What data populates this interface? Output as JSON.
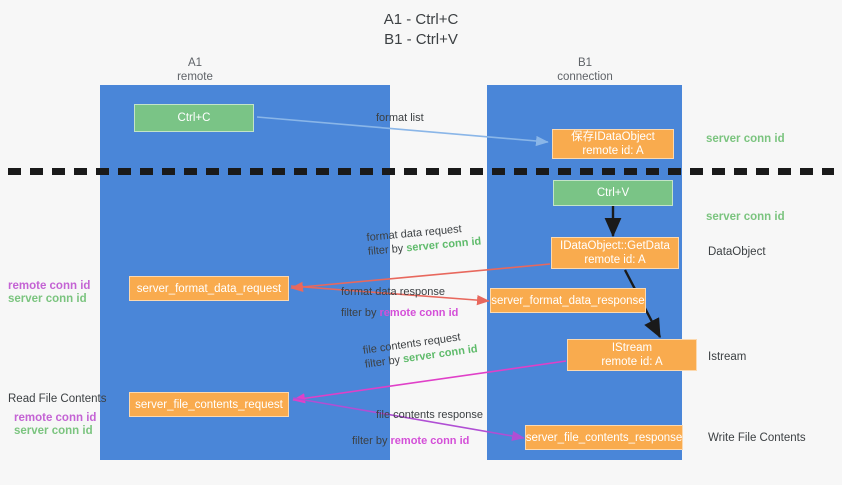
{
  "title": {
    "line1": "A1 - Ctrl+C",
    "line2": "B1 - Ctrl+V"
  },
  "lanes": [
    {
      "name": "A1",
      "sub": "remote"
    },
    {
      "name": "B1",
      "sub": "connection"
    }
  ],
  "nodes": {
    "ctrl_c": "Ctrl+C",
    "ctrl_v": "Ctrl+V",
    "idataobject_title": "保存IDataObject",
    "idataobject_sub": "remote id: A",
    "getdata_title": "IDataObject::GetData",
    "getdata_sub": "remote id: A",
    "istream_title": "IStream",
    "istream_sub": "remote id: A",
    "server_format_data_request": "server_format_data_request",
    "server_format_data_response": "server_format_data_response",
    "server_file_contents_request": "server_file_contents_request",
    "server_file_contents_response": "server_file_contents_response"
  },
  "edge_labels": {
    "format_list": "format list",
    "format_data_request": "format data request",
    "format_data_request_filter_prefix": "filter by ",
    "format_data_request_filter_key": "server conn id",
    "format_data_response": "format data response",
    "format_data_response_filter_prefix": "filter by ",
    "format_data_response_filter_key": "remote conn id",
    "file_contents_request": "file contents request",
    "file_contents_request_filter_prefix": "filter by ",
    "file_contents_request_filter_key": "server conn id",
    "file_contents_response": "file contents response",
    "file_contents_response_filter_prefix": "filter by ",
    "file_contents_response_filter_key": "remote conn id"
  },
  "right_labels": {
    "server_conn_id_top": "server conn id",
    "server_conn_id_mid": "server conn id",
    "dataobject": "DataObject",
    "istream": "Istream",
    "write_file_contents": "Write File Contents"
  },
  "left_labels": {
    "remote_conn_id_1": "remote conn id",
    "server_conn_id_1": "server conn id",
    "read_file_contents": "Read File Contents",
    "remote_conn_id_2": "remote conn id",
    "server_conn_id_2": "server conn id"
  },
  "colors": {
    "lane": "#4a86d8",
    "orange": "#f9ab4e",
    "green_node": "#7ac486",
    "green_text": "#5fbb6b",
    "purple_text": "#d44fd8",
    "arrow_blue": "#8ab6e8",
    "arrow_red": "#e8685d",
    "arrow_magenta": "#e040c8",
    "arrow_purple": "#b04fd4",
    "arrow_black": "#1a1a1a"
  }
}
